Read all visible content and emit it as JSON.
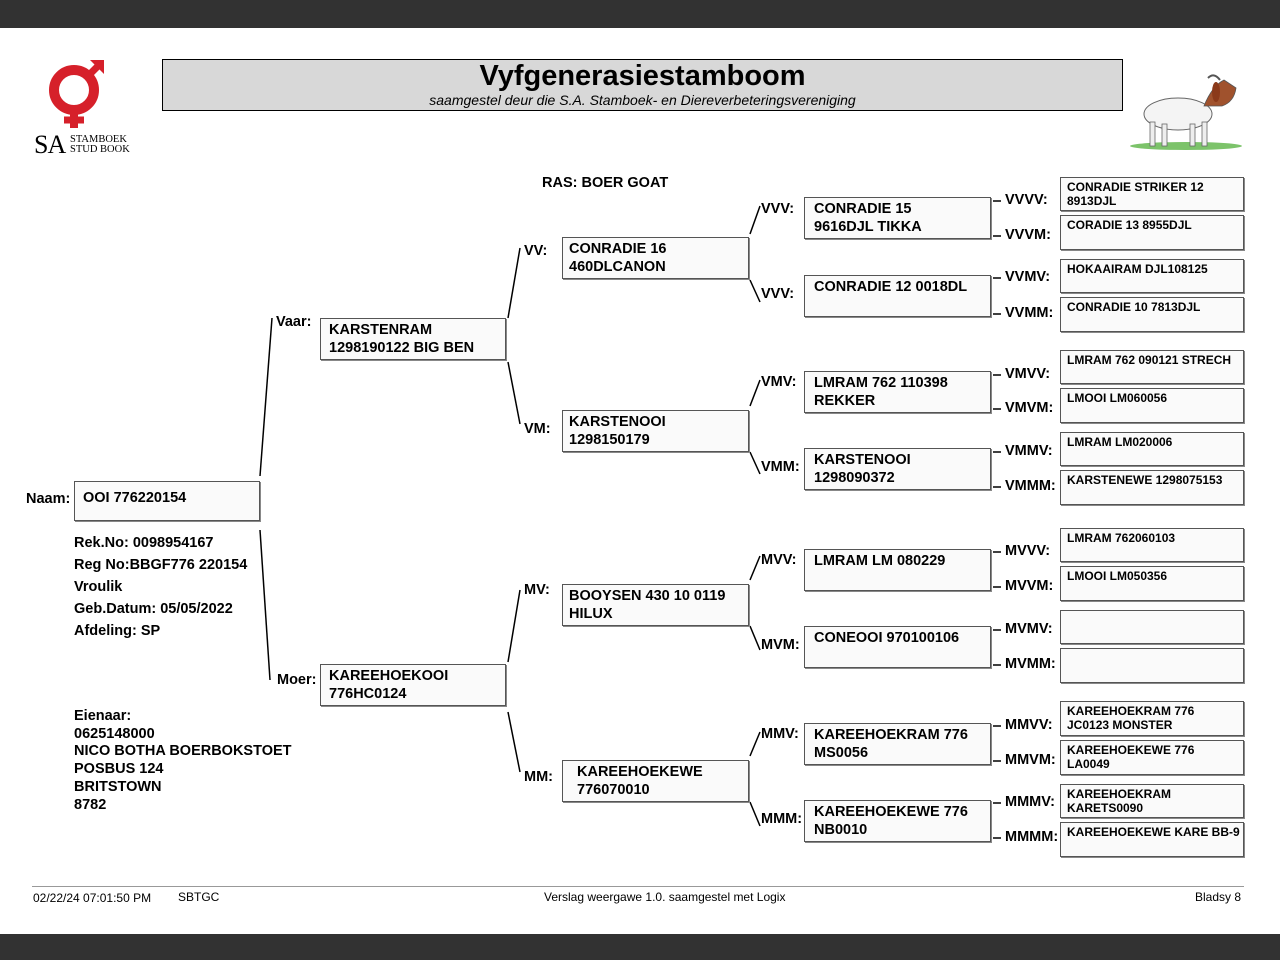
{
  "header": {
    "title": "Vyfgenerasiestamboom",
    "subtitle": "saamgestel deur die S.A. Stamboek- en Diereverbeteringsvereniging",
    "logo_sa": "SA",
    "logo_line1": "STAMBOEK",
    "logo_line2": "STUD BOOK"
  },
  "ras": "RAS: BOER GOAT",
  "animal": {
    "naam_label": "Naam:",
    "name": "OOI 776220154",
    "rek_no": "Rek.No: 0098954167",
    "reg_no": "Reg No:BBGF776 220154",
    "sex": "Vroulik",
    "geb_datum": "Geb.Datum: 05/05/2022",
    "afdeling": "Afdeling: SP"
  },
  "owner": {
    "label": "Eienaar:",
    "phone": "0625148000",
    "name": "NICO BOTHA BOERBOKSTOET",
    "address1": "POSBUS 124",
    "address2": "BRITSTOWN",
    "code": "8782"
  },
  "gen1": {
    "vaar": {
      "label": "Vaar:",
      "line1": "KARSTENRAM",
      "line2": "1298190122 BIG BEN"
    },
    "moer": {
      "label": "Moer:",
      "line1": "KAREEHOEKOOI",
      "line2": "776HC0124"
    }
  },
  "gen2": {
    "vv": {
      "label": "VV:",
      "line1": "CONRADIE 16",
      "line2": "460DLCANON"
    },
    "vm": {
      "label": "VM:",
      "line1": "KARSTENOOI",
      "line2": "1298150179"
    },
    "mv": {
      "label": "MV:",
      "line1": "BOOYSEN 430 10 0119",
      "line2": "HILUX"
    },
    "mm": {
      "label": "MM:",
      "line1": "KAREEHOEKEWE",
      "line2": "776070010"
    }
  },
  "gen3": {
    "vvv": {
      "label": "VVV:",
      "line1": "CONRADIE 15",
      "line2": "9616DJL TIKKA"
    },
    "vvm": {
      "label": "VVV:",
      "line1": "CONRADIE 12 0018DL",
      "line2": ""
    },
    "vmv": {
      "label": "VMV:",
      "line1": "LMRAM 762 110398",
      "line2": "REKKER"
    },
    "vmm": {
      "label": "VMM:",
      "line1": "KARSTENOOI",
      "line2": "1298090372"
    },
    "mvv": {
      "label": "MVV:",
      "line1": "LMRAM LM 080229",
      "line2": ""
    },
    "mvm": {
      "label": "MVM:",
      "line1": "CONEOOI 970100106",
      "line2": ""
    },
    "mmv": {
      "label": "MMV:",
      "line1": "KAREEHOEKRAM 776",
      "line2": "MS0056"
    },
    "mmm": {
      "label": "MMM:",
      "line1": "KAREEHOEKEWE 776",
      "line2": "NB0010"
    }
  },
  "gen4": {
    "vvvv": {
      "label": "VVVV:",
      "line1": "CONRADIE STRIKER 12",
      "line2": "8913DJL"
    },
    "vvvm": {
      "label": "VVVM:",
      "line1": "CORADIE 13 8955DJL",
      "line2": ""
    },
    "vvmv": {
      "label": "VVMV:",
      "line1": "HOKAAIRAM DJL108125",
      "line2": ""
    },
    "vvmm": {
      "label": "VVMM:",
      "line1": "CONRADIE 10 7813DJL",
      "line2": ""
    },
    "vmvv": {
      "label": "VMVV:",
      "line1": "LMRAM 762 090121 STRECH",
      "line2": ""
    },
    "vmvm": {
      "label": "VMVM:",
      "line1": "LMOOI LM060056",
      "line2": ""
    },
    "vmmv": {
      "label": "VMMV:",
      "line1": "LMRAM LM020006",
      "line2": ""
    },
    "vmmm": {
      "label": "VMMM:",
      "line1": "KARSTENEWE 1298075153",
      "line2": ""
    },
    "mvvv": {
      "label": "MVVV:",
      "line1": "LMRAM 762060103",
      "line2": ""
    },
    "mvvm": {
      "label": "MVVM:",
      "line1": "LMOOI LM050356",
      "line2": ""
    },
    "mvmv": {
      "label": "MVMV:",
      "line1": "",
      "line2": ""
    },
    "mvmm": {
      "label": "MVMM:",
      "line1": "",
      "line2": ""
    },
    "mmvv": {
      "label": "MMVV:",
      "line1": "KAREEHOEKRAM 776",
      "line2": "JC0123 MONSTER"
    },
    "mmvm": {
      "label": "MMVM:",
      "line1": "KAREEHOEKEWE 776",
      "line2": "LA0049"
    },
    "mmmv": {
      "label": "MMMV:",
      "line1": "KAREEHOEKRAM",
      "line2": "KARETS0090"
    },
    "mmmm": {
      "label": "MMMM:",
      "line1": "KAREEHOEKEWE KARE BB-9",
      "line2": ""
    }
  },
  "footer": {
    "timestamp": "02/22/24 07:01:50 PM",
    "org": "SBTGC",
    "report": "Verslag weergawe 1.0. saamgestel met Logix",
    "page": "Bladsy 8"
  },
  "colors": {
    "logo_red": "#d6202a",
    "title_bg": "#d8d8d8",
    "bar": "#323232"
  }
}
